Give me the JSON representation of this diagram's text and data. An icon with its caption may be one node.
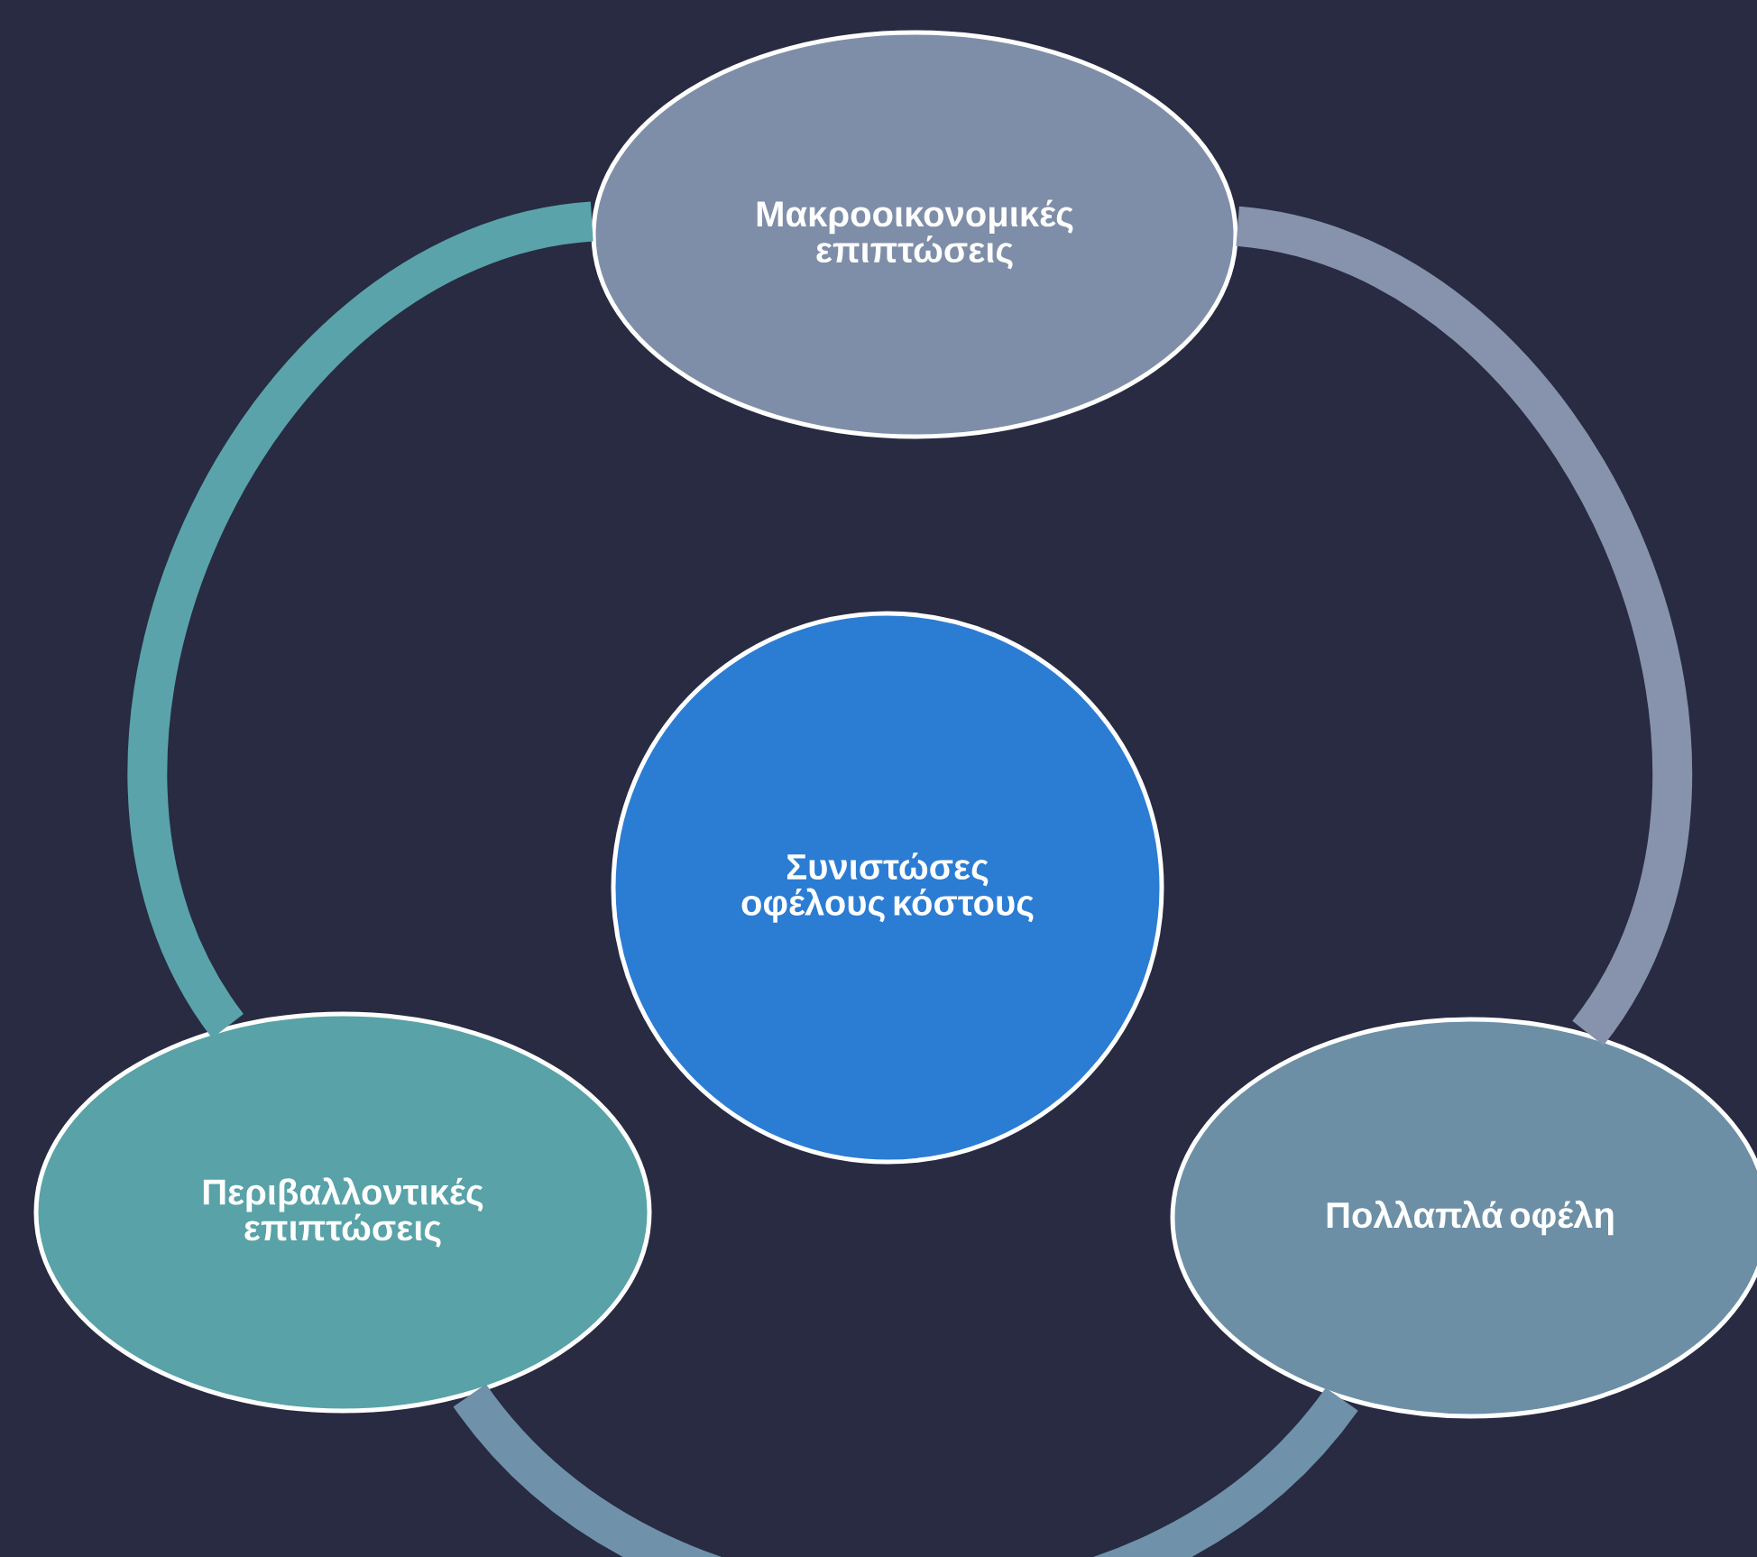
{
  "diagram": {
    "nodes": [
      {
        "text": [
          "Μακροοικονομικές επιπτώσεις"
        ]
      },
      {
        "text": [
          "Συνιστώσες οφέλους κόστους"
        ]
      },
      {
        "text": [
          "Περιβαλλοντικές επιπτώσεις"
        ]
      },
      {
        "text": [
          "Πολλαπλά οφέλη"
        ]
      }
    ],
    "edges": [
      {
        "from": 0,
        "to": 3,
        "arrow": "none",
        "color": "#8793ac"
      },
      {
        "from": 3,
        "to": 2,
        "arrow": "none",
        "color": "#6f92aa"
      },
      {
        "from": 2,
        "to": 0,
        "arrow": "none",
        "color": "#5aa3aa"
      }
    ]
  }
}
